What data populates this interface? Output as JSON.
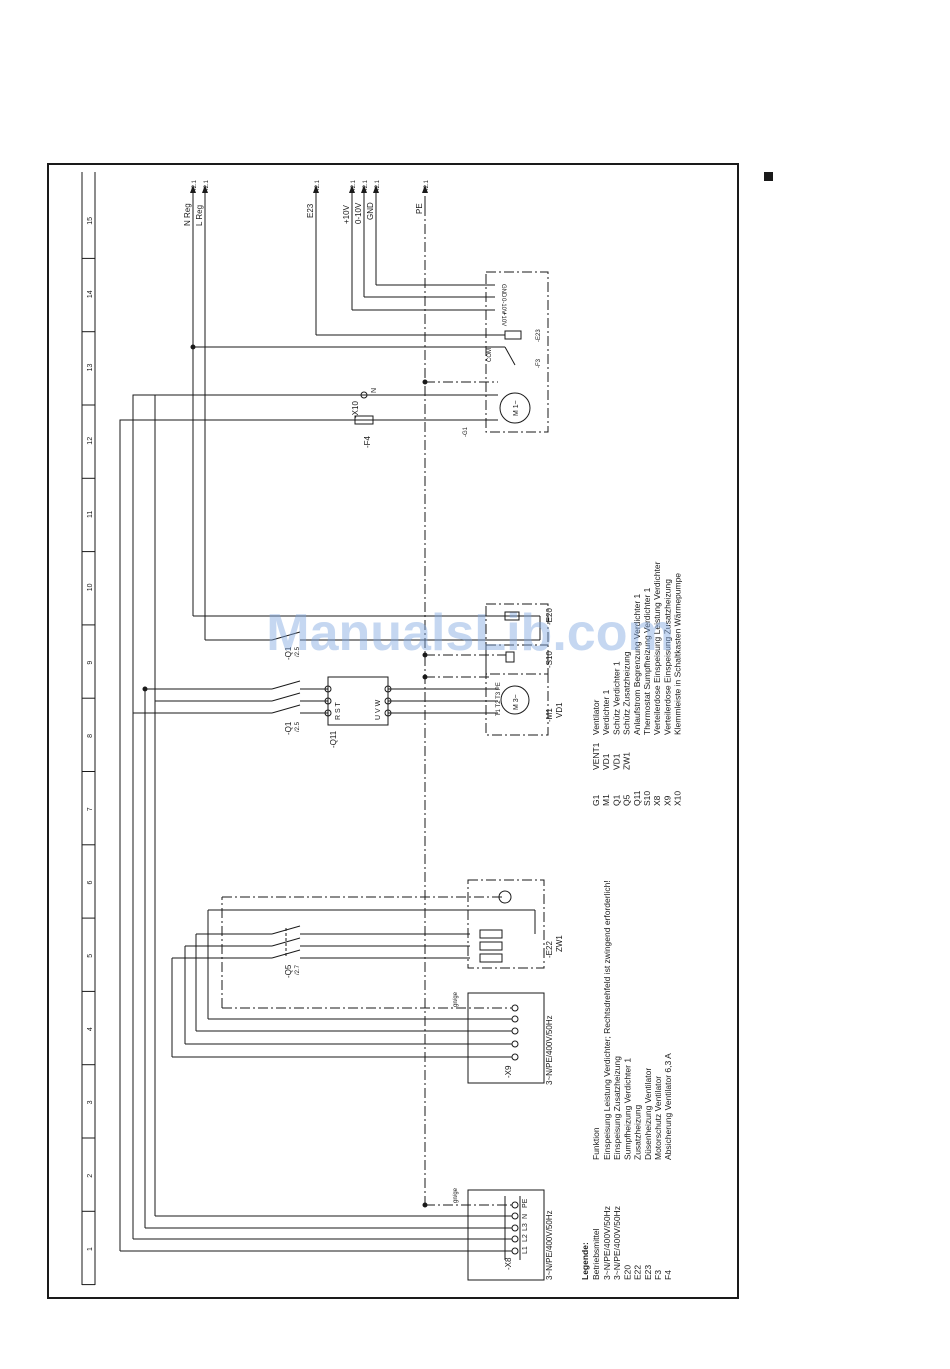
{
  "watermark": "ManualsLib.com",
  "column_numbers": [
    "1",
    "2",
    "3",
    "4",
    "5",
    "6",
    "7",
    "8",
    "9",
    "10",
    "11",
    "12",
    "13",
    "14",
    "15"
  ],
  "outputs": [
    {
      "label": "N Reg",
      "ref": "/2.1"
    },
    {
      "label": "L Reg",
      "ref": "/2.1"
    },
    {
      "label": "E23",
      "ref": "/2.1"
    },
    {
      "label": "+10V",
      "ref": "/2.1"
    },
    {
      "label": "0-10V",
      "ref": "/2.1"
    },
    {
      "label": "GND",
      "ref": "/2.1"
    },
    {
      "label": "PE",
      "ref": "/2.1"
    }
  ],
  "terminals": {
    "x8": {
      "name": "-X8",
      "spec": "3~N/PE/400V/50Hz",
      "pins": [
        "L1",
        "L2",
        "L3",
        "N",
        "PE"
      ],
      "wire": "gn/ge"
    },
    "x9": {
      "name": "-X9",
      "spec": "3~N/PE/400V/50Hz",
      "wire": "gn/ge"
    }
  },
  "components": {
    "q5": {
      "name": "-Q5",
      "ref": "/2.7"
    },
    "e22": {
      "name": "-E22",
      "sub": "ZW1"
    },
    "q1a": {
      "name": "-Q1",
      "ref": "/2.5"
    },
    "q11": {
      "name": "-Q11",
      "inputs": "R S T",
      "outputs": "U V W"
    },
    "m1": {
      "name": "-M1",
      "sub": "VD1",
      "motor": "M 3~",
      "pins": "T1 T2 T3 PE"
    },
    "q1b": {
      "name": "-Q1",
      "ref": "/2.5"
    },
    "s10": {
      "name": "-S10"
    },
    "e20": {
      "name": "-E20"
    },
    "f4": {
      "name": "-F4"
    },
    "x10": {
      "name": "-X10",
      "pin": "N"
    },
    "g1": {
      "name": "-G1",
      "motor": "M 1~"
    },
    "f3": {
      "name": "-F3",
      "com": "COM"
    },
    "e23": {
      "name": "-E23"
    },
    "sig": [
      "+10V",
      "0-10V",
      "GND"
    ]
  },
  "legend": {
    "title": "Legende:",
    "headers": [
      "Betriebsmittel",
      "Funktion"
    ],
    "items": [
      {
        "code": "3~N/PE/400V/50Hz",
        "func": "Einspeisung Leistung Verdichter; Rechtsdrehfeld ist zwingend erforderlich!"
      },
      {
        "code": "3~N/PE/400V/50Hz",
        "func": "Einspeisung Zusatzheizung"
      },
      {
        "code": "E20",
        "func": "Sumpfheizung Verdichter 1"
      },
      {
        "code": "E22",
        "func": "Zusatzheizung"
      },
      {
        "code": "E23",
        "func": "Düsenheizung Ventilator"
      },
      {
        "code": "F3",
        "func": "Motorschutz Ventilator"
      },
      {
        "code": "F4",
        "func": "Absicherung Ventilator 6,3 A"
      }
    ],
    "items2": [
      {
        "code": "G1",
        "a": "VENT1",
        "func": "Ventilator"
      },
      {
        "code": "M1",
        "a": "VD1",
        "func": "Verdichter 1"
      },
      {
        "code": "Q1",
        "a": "VD1",
        "func": "Schütz Verdichter 1"
      },
      {
        "code": "Q5",
        "a": "ZW1",
        "func": "Schütz Zusatzheizung"
      },
      {
        "code": "Q11",
        "a": "",
        "func": "Anlaufstrom Begrenzung Verdichter 1"
      },
      {
        "code": "S10",
        "a": "",
        "func": "Thermostat Sumpfheizung Verdichter 1"
      },
      {
        "code": "X8",
        "a": "",
        "func": "Verteilerdose Einspeisung Leistung Verdichter"
      },
      {
        "code": "X9",
        "a": "",
        "func": "Verteilerdose Einspeisung Zusatzheizung"
      },
      {
        "code": "X10",
        "a": "",
        "func": "Klemmleiste in Schaltkasten Wärmepumpe"
      }
    ]
  }
}
